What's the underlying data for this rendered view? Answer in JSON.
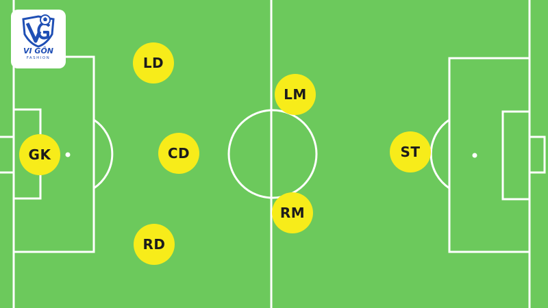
{
  "colors": {
    "pitch": "#6cc95c",
    "lines": "#ffffff",
    "player_fill": "#f7ec1a",
    "player_text": "#1c1c1c",
    "logo_blue": "#1f4fb5"
  },
  "logo": {
    "name": "VI GÔN",
    "subtitle": "FASHION"
  },
  "players": [
    {
      "id": "gk",
      "label": "GK"
    },
    {
      "id": "ld",
      "label": "LD"
    },
    {
      "id": "cd",
      "label": "CD"
    },
    {
      "id": "rd",
      "label": "RD"
    },
    {
      "id": "lm",
      "label": "LM"
    },
    {
      "id": "rm",
      "label": "RM"
    },
    {
      "id": "st",
      "label": "ST"
    }
  ]
}
